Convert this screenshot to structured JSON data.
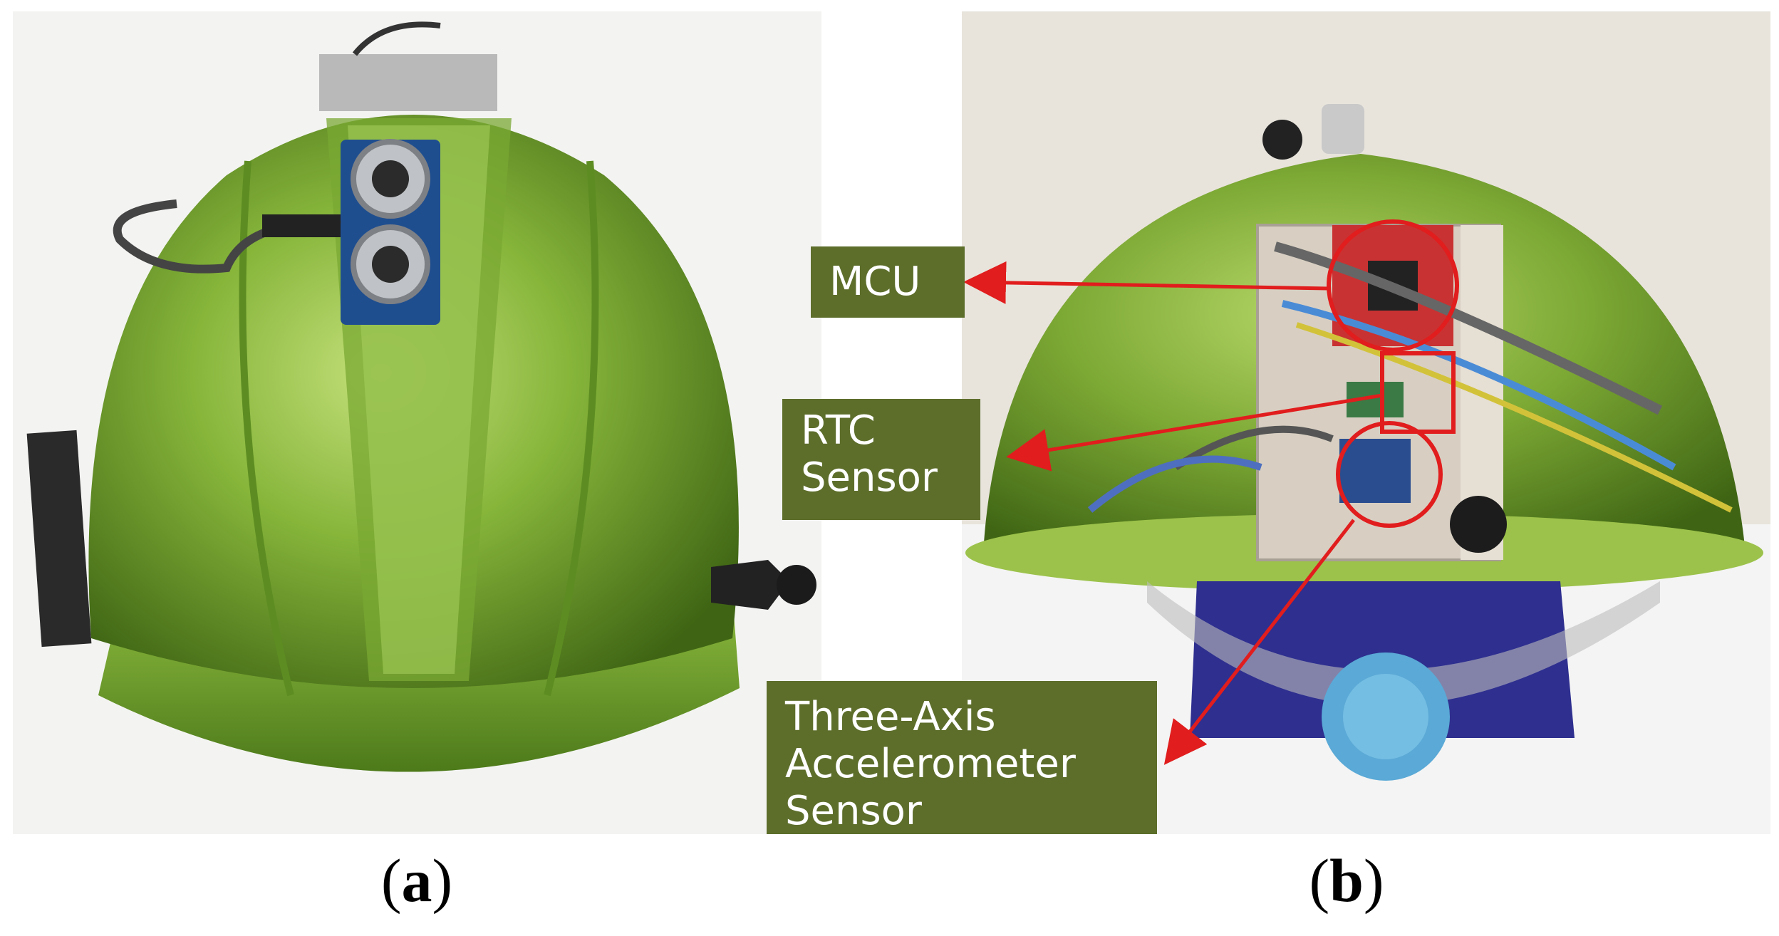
{
  "panels": {
    "a": {
      "caption": "a"
    },
    "b": {
      "caption": "b"
    }
  },
  "callouts": {
    "mcu": "MCU",
    "rtc_line1": "RTC",
    "rtc_line2": "Sensor",
    "acc_line1": "Three-Axis",
    "acc_line2": "Accelerometer",
    "acc_line3": "Sensor"
  },
  "colors": {
    "helmet_green": "#7fb02a",
    "callout_bg": "#5d6e2b",
    "arrow_red": "#e11d1d",
    "harness_blue": "#2e2f8f",
    "knob_blue": "#5aa9d6"
  }
}
